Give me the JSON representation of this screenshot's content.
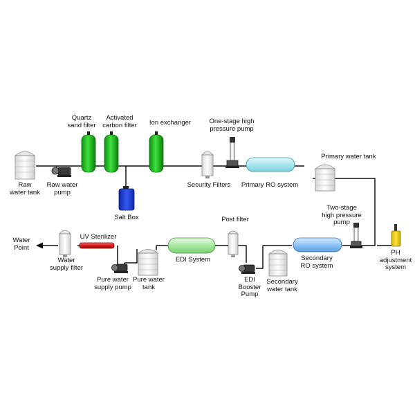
{
  "labels": {
    "quartz_sand_filter": "Quartz\nsand filter",
    "activated_carbon_filter": "Activated\ncarbon filter",
    "ion_exchanger": "Ion exchanger",
    "one_stage_pump": "One-stage high\npressure pump",
    "raw_water_tank": "Raw\nwater tank",
    "raw_water_pump": "Raw water\npump",
    "salt_box": "Salt Box",
    "security_filters": "Security Filters",
    "primary_ro_system": "Primary RO system",
    "primary_water_tank": "Primary water tank",
    "two_stage_pump": "Two-stage\nhigh pressure\npump",
    "ph_adjustment_system": "PH\nadjustment\nsystem",
    "post_filter": "Post filter",
    "uv_sterilizer": "UV Sterilizer",
    "water_point": "Water\nPoint",
    "water_supply_filter": "Water\nsupply filter",
    "pure_water_supply_pump": "Pure water\nsupply pump",
    "pure_water_tank": "Pure water\ntank",
    "edi_system": "EDI System",
    "edi_booster_pump": "EDI\nBooster\nPump",
    "secondary_water_tank": "Secondary\nwater tank",
    "secondary_ro_system": "Secondary\nRO system"
  },
  "colors": {
    "pipe": "#111111",
    "filter_vessel": "#1db91d",
    "salt_box": "#1f3fd1",
    "ro_membrane": "#aeeaf2",
    "edi_module": "#b3ecae",
    "uv_sterilizer": "#d91c1c",
    "ph_tank": "#f1cf00",
    "tank": "#f4f4f4"
  }
}
